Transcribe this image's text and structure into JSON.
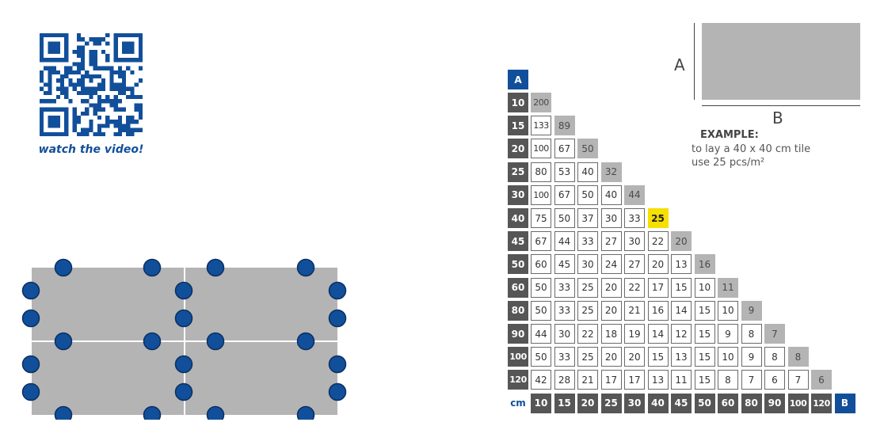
{
  "video": {
    "label": "watch the video!"
  },
  "example": {
    "a_label": "A",
    "b_label": "B",
    "title": "EXAMPLE:",
    "line1": "to lay a 40 x 40 cm tile",
    "line2": "use 25 pcs/m²"
  },
  "table": {
    "corner_a": "A",
    "corner_b": "B",
    "unit": "cm",
    "rows": [
      "10",
      "15",
      "20",
      "25",
      "30",
      "40",
      "45",
      "50",
      "60",
      "80",
      "90",
      "100",
      "120"
    ],
    "cols": [
      "10",
      "15",
      "20",
      "25",
      "30",
      "40",
      "45",
      "50",
      "60",
      "80",
      "90",
      "100",
      "120"
    ],
    "values": [
      [
        "200"
      ],
      [
        "133",
        "89"
      ],
      [
        "100",
        "67",
        "50"
      ],
      [
        "80",
        "53",
        "40",
        "32"
      ],
      [
        "100",
        "67",
        "50",
        "40",
        "44"
      ],
      [
        "75",
        "50",
        "37",
        "30",
        "33",
        "25"
      ],
      [
        "67",
        "44",
        "33",
        "27",
        "30",
        "22",
        "20"
      ],
      [
        "60",
        "45",
        "30",
        "24",
        "27",
        "20",
        "13",
        "16"
      ],
      [
        "50",
        "33",
        "25",
        "20",
        "22",
        "17",
        "15",
        "10",
        "11"
      ],
      [
        "50",
        "33",
        "25",
        "20",
        "21",
        "16",
        "14",
        "15",
        "10",
        "9"
      ],
      [
        "44",
        "30",
        "22",
        "18",
        "19",
        "14",
        "12",
        "15",
        "9",
        "8",
        "7"
      ],
      [
        "50",
        "33",
        "25",
        "20",
        "20",
        "15",
        "13",
        "15",
        "10",
        "9",
        "8",
        "8"
      ],
      [
        "42",
        "28",
        "21",
        "17",
        "17",
        "13",
        "11",
        "15",
        "8",
        "7",
        "6",
        "7",
        "6"
      ]
    ],
    "highlight": {
      "row": 5,
      "col": 5
    }
  },
  "colors": {
    "brand_blue": "#124f9a",
    "header_gray": "#565656",
    "diag_gray": "#b4b4b4",
    "highlight": "#f6e000"
  }
}
